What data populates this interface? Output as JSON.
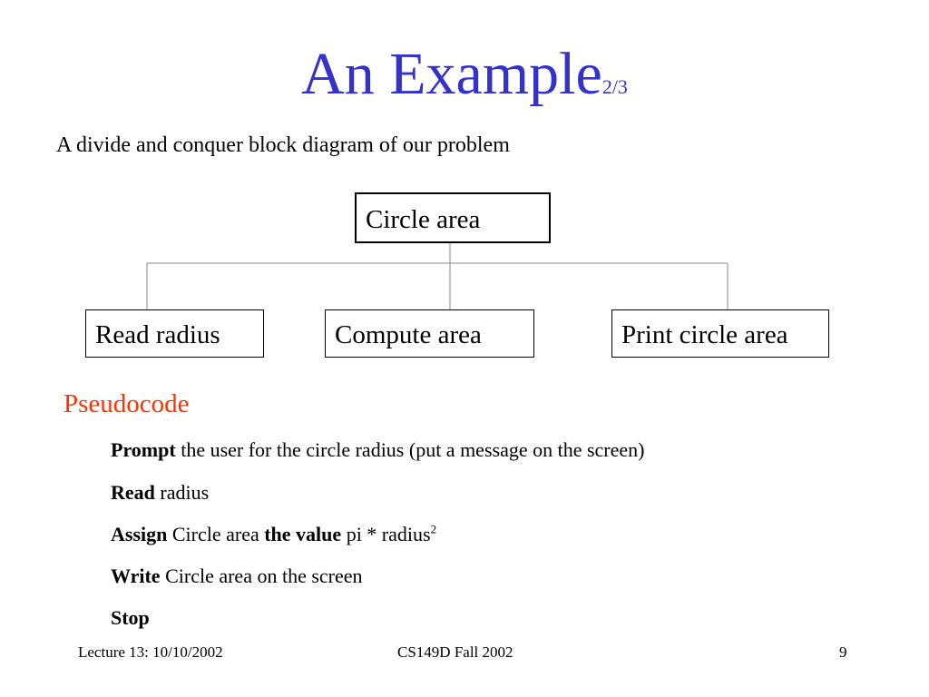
{
  "title": {
    "main": "An Example",
    "page_fraction": "2/3"
  },
  "subtitle": "A divide and conquer block diagram of our problem",
  "diagram": {
    "root": "Circle area",
    "children": [
      "Read radius",
      "Compute area",
      "Print circle area"
    ]
  },
  "pseudocode": {
    "heading": "Pseudocode",
    "steps": [
      {
        "keyword": "Prompt",
        "text": " the user for the circle radius (put a message on the screen)"
      },
      {
        "keyword": "Read",
        "text": " radius"
      },
      {
        "keyword": "Assign",
        "text": " Circle area ",
        "keyword2": "the value",
        "text2": " pi * radius",
        "superscript": "2"
      },
      {
        "keyword": "Write",
        "text": " Circle area on the screen"
      },
      {
        "keyword": "Stop",
        "text": ""
      }
    ]
  },
  "footer": {
    "left": "Lecture 13: 10/10/2002",
    "center": "CS149D Fall 2002",
    "right": "9"
  },
  "colors": {
    "title": "#3333cc",
    "heading": "#ff3300",
    "lines": "#000000"
  }
}
